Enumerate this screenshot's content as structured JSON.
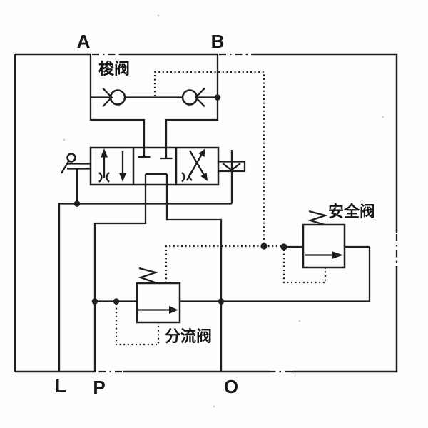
{
  "diagram": {
    "type": "hydraulic-circuit-schematic",
    "background_color": "#fdfdfb",
    "line_color": "#1e1e1e",
    "labels": {
      "port_a": "A",
      "port_b": "B",
      "port_l": "L",
      "port_p": "P",
      "port_o": "O",
      "shuttle_valve": "梭阀",
      "safety_valve": "安全阀",
      "flow_divider_valve": "分流阀"
    }
  }
}
